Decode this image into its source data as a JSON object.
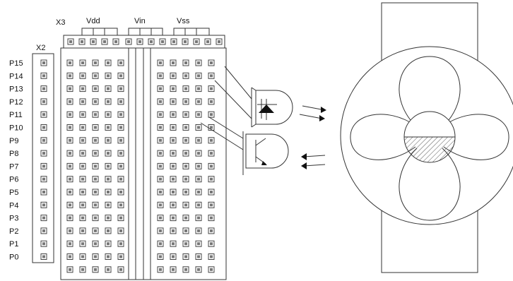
{
  "header": {
    "x3": "X3",
    "vdd": "Vdd",
    "vin": "Vin",
    "vss": "Vss",
    "x2": "X2"
  },
  "pins": [
    "P15",
    "P14",
    "P13",
    "P12",
    "P11",
    "P10",
    "P9",
    "P8",
    "P7",
    "P6",
    "P5",
    "P4",
    "P3",
    "P2",
    "P1",
    "P0"
  ],
  "icons": {
    "emitter": "ir-led-icon",
    "detector": "phototransistor-icon",
    "arrows_out": "emitted-light-arrows-icon",
    "arrows_in": "reflected-light-arrows-icon",
    "fan": "fan-blades-icon"
  }
}
